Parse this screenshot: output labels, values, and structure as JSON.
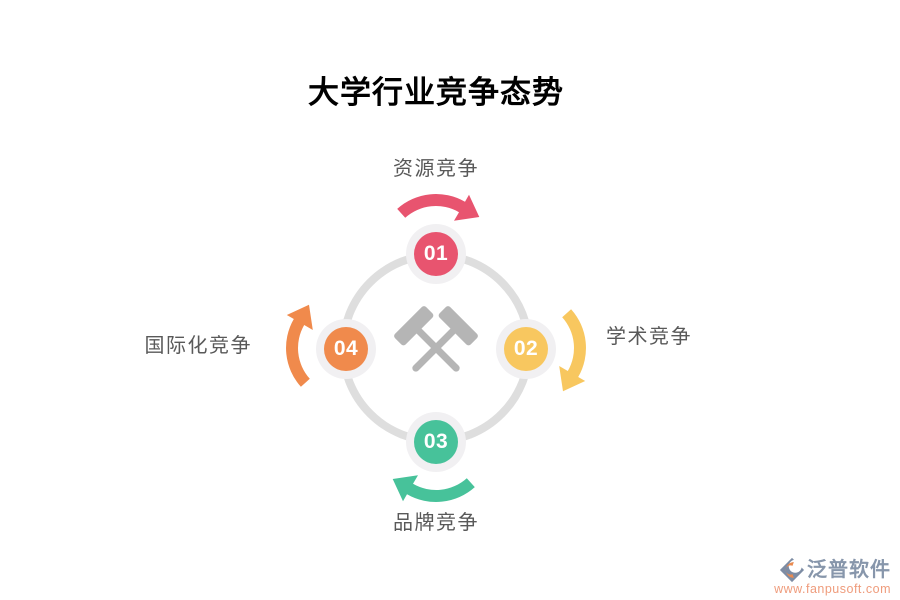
{
  "title": "大学行业竞争态势",
  "diagram": {
    "type": "cycle",
    "ring_color": "#dedede",
    "node_ring_color": "#f1f0f2",
    "label_color": "#595959",
    "icon": "crossed-hammers",
    "icon_color": "#b5b5b5",
    "nodes": [
      {
        "number": "01",
        "label": "资源竞争",
        "color": "#e8546f",
        "position": "top"
      },
      {
        "number": "02",
        "label": "学术竞争",
        "color": "#f8c75f",
        "position": "right"
      },
      {
        "number": "03",
        "label": "品牌竞争",
        "color": "#47c29a",
        "position": "bottom"
      },
      {
        "number": "04",
        "label": "国际化竞争",
        "color": "#f08a4c",
        "position": "left"
      }
    ]
  },
  "watermark": {
    "brand": "泛普软件",
    "url": "www.fanpusoft.com",
    "brand_color": "#8796ab",
    "url_color": "#ef9c7c",
    "logo_diamond_color": "#7d8ca4",
    "logo_swoosh_color": "#e98a50"
  }
}
